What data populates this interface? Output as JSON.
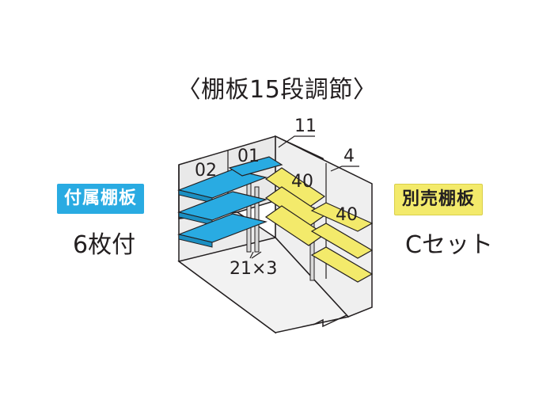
{
  "title": "〈棚板15段調節〉",
  "left_panel": {
    "badge": "付属棚板",
    "caption": "6枚付"
  },
  "right_panel": {
    "badge": "別売棚板",
    "caption": "Cセット"
  },
  "labels": {
    "bay_02": "02",
    "bay_01": "01",
    "top_11": "11",
    "top_4": "4",
    "mid_40": "40",
    "right_40": "40",
    "bottom_21x3": "21×3"
  },
  "colors": {
    "included_shelf": "#29abe2",
    "optional_shelf": "#f3ea6b",
    "wall": "#e9e9e9",
    "line": "#231f20"
  }
}
